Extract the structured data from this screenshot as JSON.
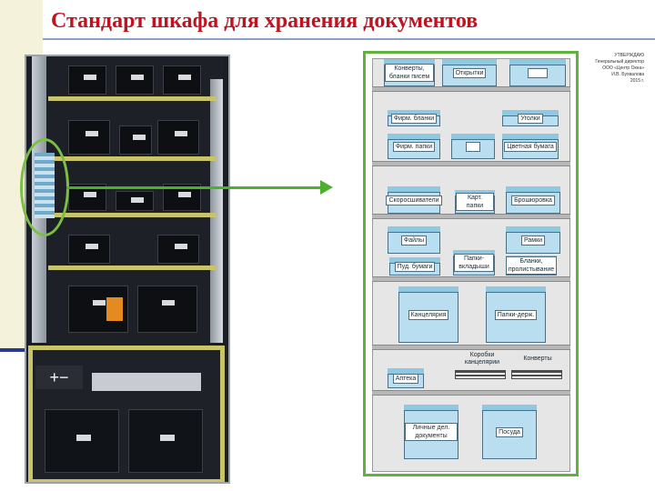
{
  "title": "Стандарт шкафа для хранения документов",
  "scheme": {
    "row1": [
      "Конверты, бланки писем",
      "Открытки"
    ],
    "row2": [
      "Фирм. бланки",
      "Уголки",
      "Фирм. папки",
      "Цветная бумага"
    ],
    "row3": [
      "Скоросшиватели",
      "Карт. папки",
      "Брошюровка"
    ],
    "row4": [
      "Файлы",
      "Рамки",
      "Пуд. бумаги",
      "Папки-вкладыши",
      "Бланки, пролистывание"
    ],
    "row5": [
      "Канцелярия",
      "Папки-держ."
    ],
    "row6": [
      "Аптека",
      "Коробки канцелярии",
      "Конверты"
    ],
    "row7": [
      "Личные дел. документы",
      "Посуда"
    ]
  },
  "approval": {
    "lines": [
      "УТВЕРЖДАЮ",
      "Генеральный директор",
      "ООО «Центр Окна»",
      "И.В. Бухвалова",
      "2015 г."
    ]
  },
  "colors": {
    "title": "#c1121f",
    "scheme_border": "#5fb33a",
    "box_fill": "#b9def0",
    "arrow": "#4caf2e"
  }
}
